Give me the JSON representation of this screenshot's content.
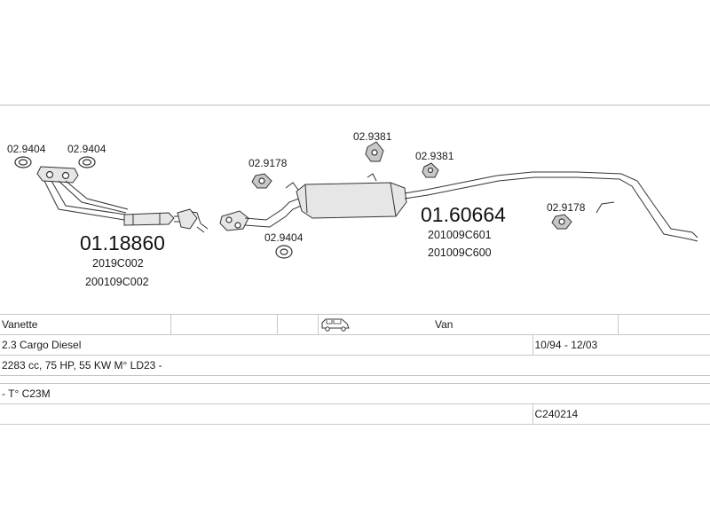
{
  "diagram": {
    "parts": [
      {
        "id": "gasket-1",
        "label": "02.9404"
      },
      {
        "id": "gasket-2",
        "label": "02.9404"
      },
      {
        "id": "hanger-1",
        "label": "02.9178"
      },
      {
        "id": "mount-1",
        "label": "02.9381"
      },
      {
        "id": "mount-2",
        "label": "02.9381"
      },
      {
        "id": "gasket-3",
        "label": "02.9404"
      },
      {
        "id": "hanger-2",
        "label": "02.9178"
      }
    ],
    "front_pipe": {
      "number": "01.18860",
      "codes": [
        "2019C002",
        "200109C002"
      ]
    },
    "rear_silencer": {
      "number": "01.60664",
      "codes": [
        "201009C601",
        "201009C600"
      ]
    }
  },
  "vehicle": {
    "model": "Vanette",
    "body_type": "Van",
    "engine_name": "2.3 Cargo Diesel",
    "period": "10/94 - 12/03",
    "spec": "2283 cc, 75 HP, 55 KW M° LD23 -",
    "type_code": "- T° C23M",
    "catalog_code": "C240214",
    "icon": "van-icon"
  }
}
